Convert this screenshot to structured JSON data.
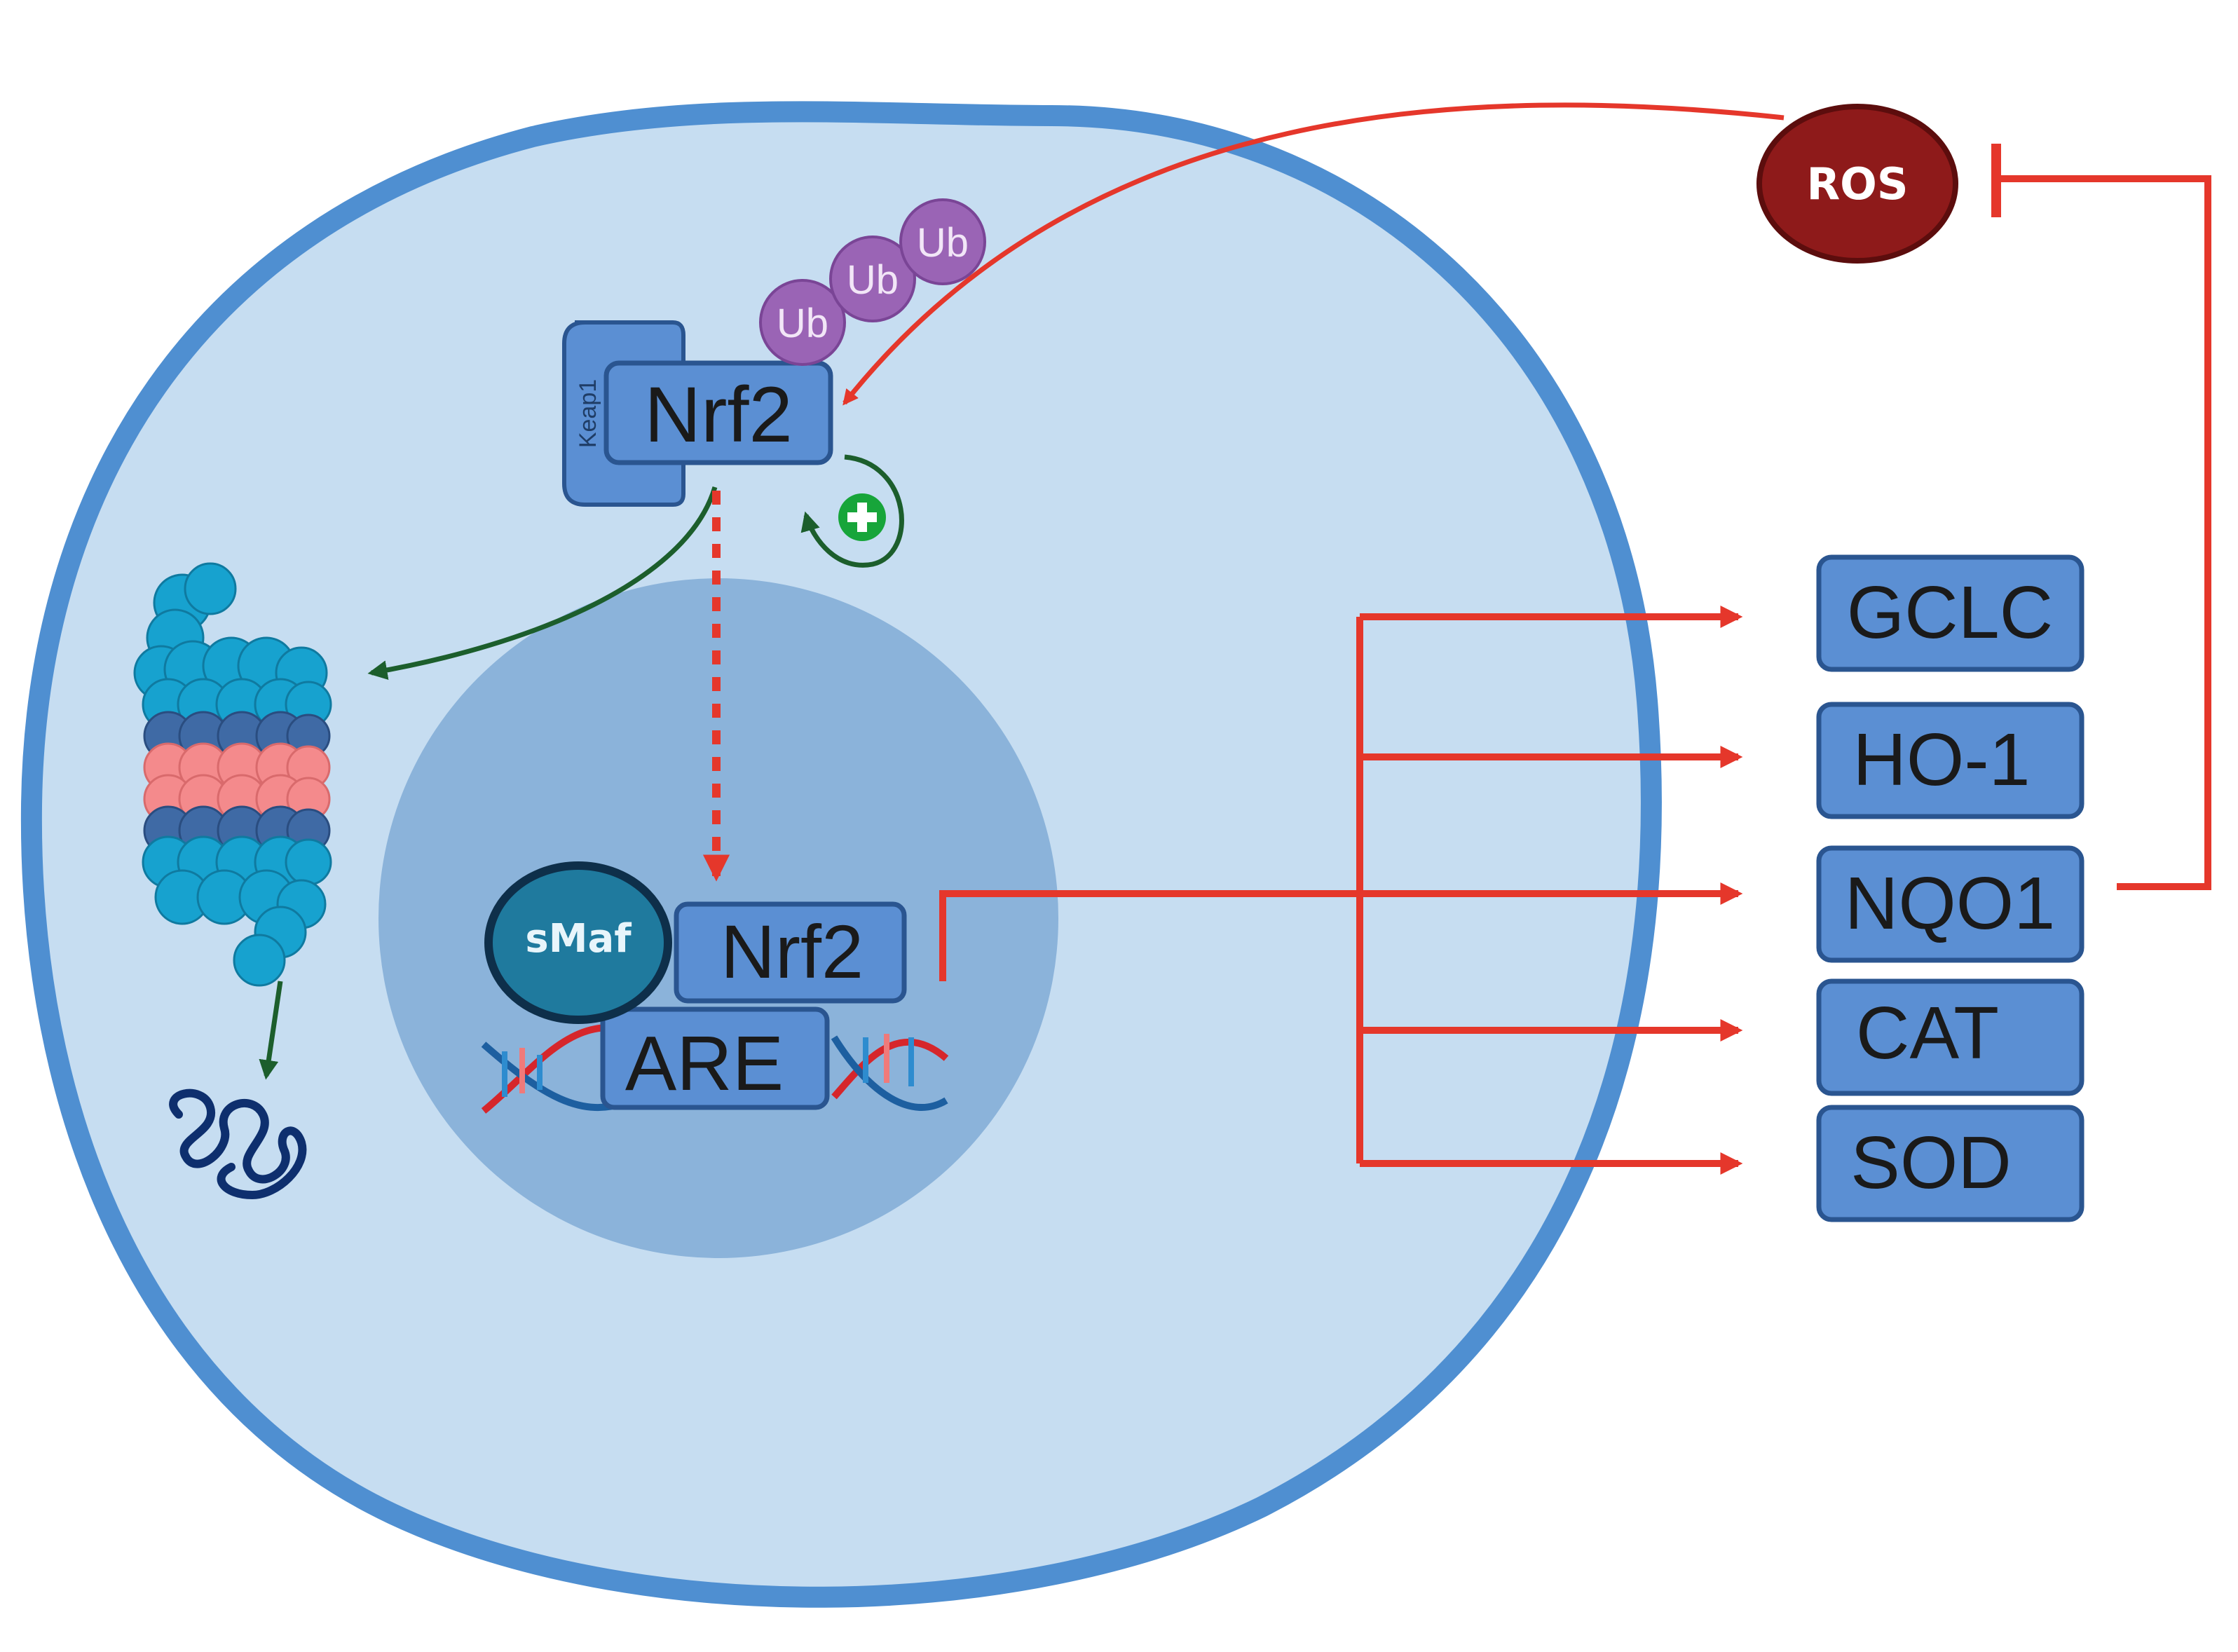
{
  "labels": {
    "ros": "ROS",
    "ub": [
      "Ub",
      "Ub",
      "Ub"
    ],
    "keap1": "Keap1",
    "nrf2_cytoplasm": "Nrf2",
    "nrf2_nucleus": "Nrf2",
    "smaf": "sMaf",
    "are": "ARE",
    "plus": "+"
  },
  "target_genes": [
    "GCLC",
    "HO-1",
    "NQO1",
    "CAT",
    "SOD"
  ],
  "colors": {
    "cell_fill": "#c6ddf1",
    "cell_membrane": "#4f8fd1",
    "nucleus_fill": "#8bb3da",
    "protein_box": "#5b8fd3",
    "protein_box_border": "#2a5590",
    "arrow_red": "#e5372b",
    "arrow_green": "#1c5e2c",
    "ros_fill": "#8e1a1a",
    "ub_fill": "#9a64b5",
    "smaf_fill": "#1f7a9e",
    "proteasome_cyan": "#17a2cf",
    "proteasome_blue": "#3f6aa5",
    "proteasome_pink": "#f48a8c",
    "plus_green": "#17a53a"
  }
}
